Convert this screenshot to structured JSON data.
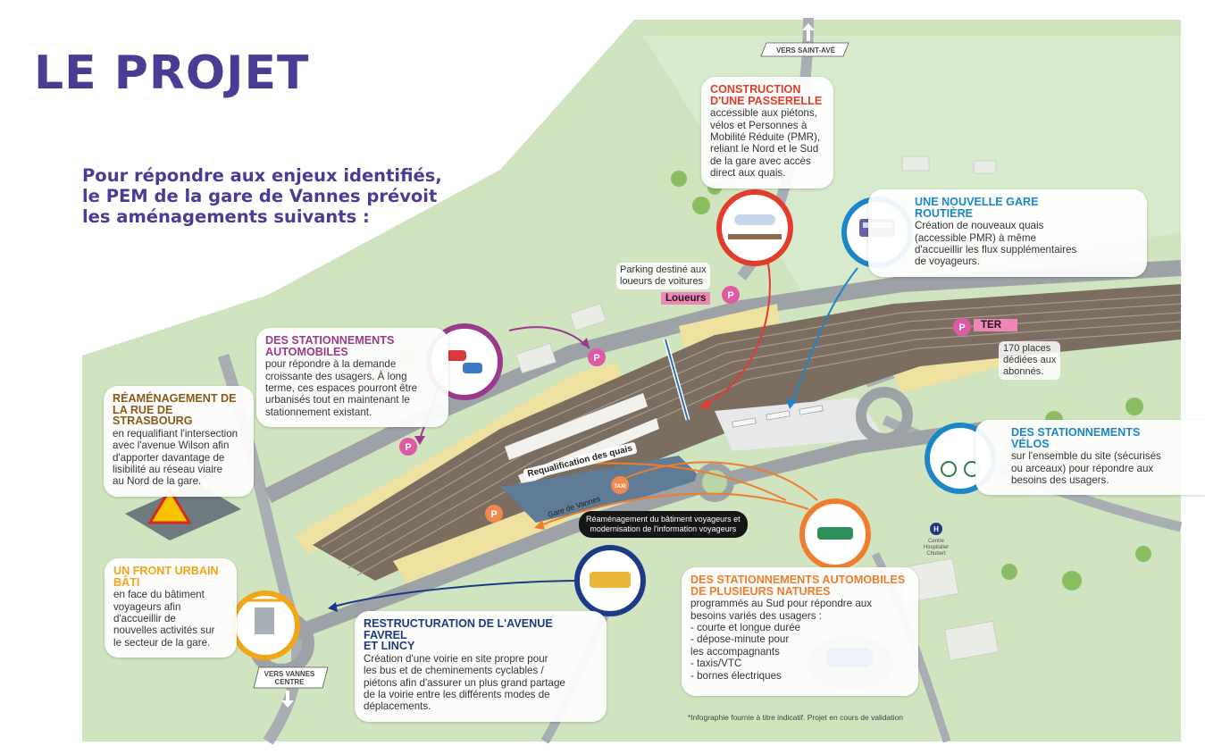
{
  "title": "LE PROJET",
  "intro": [
    "Pour répondre aux enjeux identifiés,",
    "le PEM de la gare de Vannes prévoit",
    "les aménagements suivants :"
  ],
  "colors": {
    "title_purple": "#4b3b94",
    "map_green": "#cfe4bf",
    "road_gray": "#a8aeb1",
    "platform_brown": "#7b6e61",
    "parking_sand": "#efe2a0",
    "purple": "#9b3a8c",
    "red": "#e23c2d",
    "blue": "#1c86c8",
    "orange": "#ef7d2d",
    "brown": "#8a5a18",
    "navy": "#1d3a86",
    "pink": "#ee87b8",
    "marker_pink": "#df5aa3",
    "marker_orange": "#ef8a4f"
  },
  "cards": {
    "passerelle": {
      "title": "CONSTRUCTION\nD'UNE PASSERELLE",
      "text": "accessible aux piétons,\nvélos et Personnes à\nMobilité Réduite (PMR),\nreliant le Nord et le Sud\nde la gare avec accès\ndirect aux quais."
    },
    "gare_routiere": {
      "title": "UNE NOUVELLE GARE\nROUTIÈRE",
      "text": "Création de nouveaux quais\n(accessible PMR) à même\nd'accueillir les flux supplémentaires\nde voyageurs."
    },
    "stationnements_auto": {
      "title": "DES STATIONNEMENTS\nAUTOMOBILES",
      "text": "pour répondre à la demande\ncroissante des usagers. À long\nterme, ces espaces pourront être\nurbanisés tout en maintenant le\nstationnement existant."
    },
    "strasbourg": {
      "title": "RÉAMÉNAGEMENT DE\nLA RUE DE STRASBOURG",
      "text": "en requalifiant l'intersection\navec l'avenue Wilson afin\nd'apporter davantage de\nlisibilité au réseau viaire\nau Nord de la gare."
    },
    "front_urbain": {
      "title": "UN FRONT URBAIN\nBÂTI",
      "text": "en face du bâtiment\nvoyageurs afin\nd'accueillir de\nnouvelles activités sur\nle secteur de la gare."
    },
    "restructuration": {
      "title": "RESTRUCTURATION DE L'AVENUE FAVREL\nET LINCY",
      "text": "Création d'une voirie en site propre pour\nles bus et de cheminements cyclables /\npiétons afin d'assurer un plus grand partage\nde la voirie entre les différents modes de\ndéplacements."
    },
    "velos": {
      "title": "DES STATIONNEMENTS\nVÉLOS",
      "text": "sur l'ensemble du site (sécurisés\nou arceaux) pour répondre aux\nbesoins des usagers."
    },
    "plusieurs_natures": {
      "title": "DES STATIONNEMENTS AUTOMOBILES\nDE PLUSIEURS NATURES",
      "text": "programmés au Sud pour répondre aux\nbesoins variés des usagers :\n- courte et longue durée\n- dépose-minute pour\nles accompagnants\n- taxis/VTC\n- bornes électriques"
    }
  },
  "labels": {
    "parking_loueurs": "Parking destiné aux\nloueurs de voitures",
    "loueurs_tag": "Loueurs",
    "ter_tag": "TER",
    "ter_places": "170 places\ndédiées aux\nabonnés.",
    "requalification": "Requalification des quais",
    "gare_de_vannes": "Gare de Vannes",
    "reamenagement": "Réaménagement du bâtiment voyageurs et\nmodernisation de l'information voyageurs",
    "vers_saint_ave": "VERS SAINT-AVÉ",
    "vers_vannes_centre": "VERS VANNES\nCENTRE",
    "taxi": "TAXI",
    "hospital": "Centre\nHospitalier\nChubert",
    "footnote": "*Infographie fournie à titre indicatif. Projet en cours de validation"
  },
  "icons": [
    "parking-marker-icon",
    "taxi-marker-icon",
    "hospital-icon",
    "north-arrow-icon",
    "south-arrow-icon",
    "road-works-icon",
    "crane-icon",
    "train-icon",
    "bus-icon",
    "bicycle-icon",
    "car-icon"
  ]
}
